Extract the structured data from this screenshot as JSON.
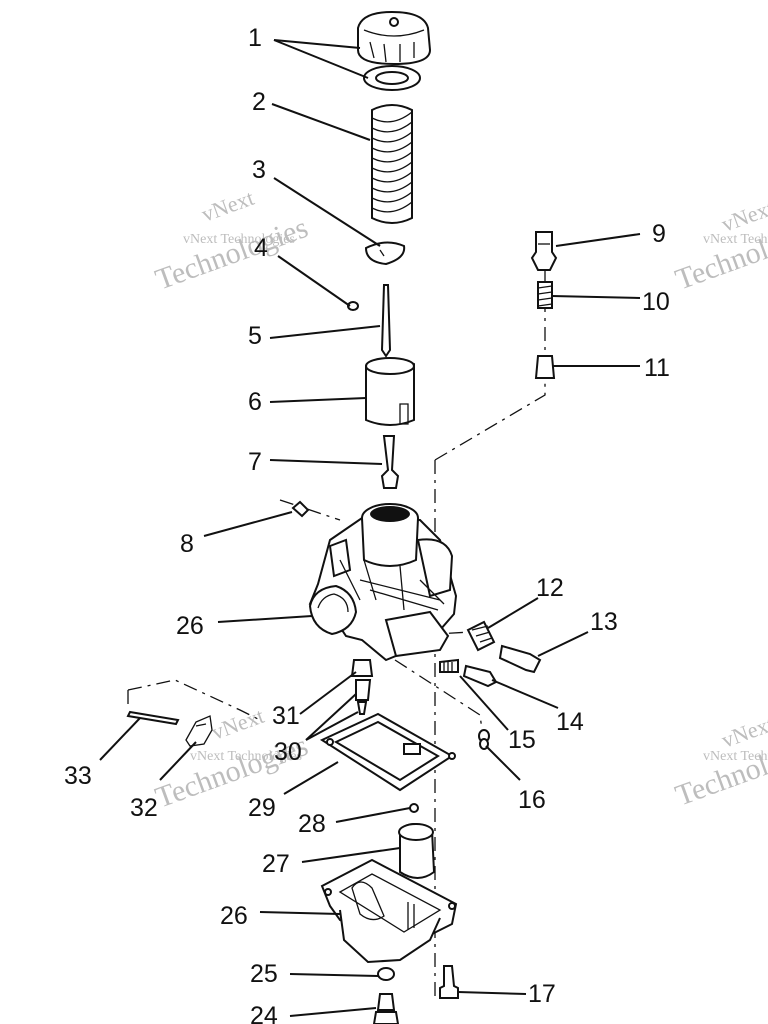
{
  "watermark": {
    "line1": "vNext Technologies",
    "line2": "Technologies",
    "big": "vNext"
  },
  "callouts": [
    {
      "id": "1",
      "text": "1"
    },
    {
      "id": "2",
      "text": "2"
    },
    {
      "id": "3",
      "text": "3"
    },
    {
      "id": "4",
      "text": "4"
    },
    {
      "id": "5",
      "text": "5"
    },
    {
      "id": "6",
      "text": "6"
    },
    {
      "id": "7",
      "text": "7"
    },
    {
      "id": "8",
      "text": "8"
    },
    {
      "id": "9",
      "text": "9"
    },
    {
      "id": "10",
      "text": "10"
    },
    {
      "id": "11",
      "text": "11"
    },
    {
      "id": "12",
      "text": "12"
    },
    {
      "id": "13",
      "text": "13"
    },
    {
      "id": "14",
      "text": "14"
    },
    {
      "id": "15",
      "text": "15"
    },
    {
      "id": "16",
      "text": "16"
    },
    {
      "id": "17",
      "text": "17"
    },
    {
      "id": "24",
      "text": "24"
    },
    {
      "id": "25",
      "text": "25"
    },
    {
      "id": "26a",
      "text": "26"
    },
    {
      "id": "26b",
      "text": "26"
    },
    {
      "id": "27",
      "text": "27"
    },
    {
      "id": "28",
      "text": "28"
    },
    {
      "id": "29",
      "text": "29"
    },
    {
      "id": "30",
      "text": "30"
    },
    {
      "id": "31",
      "text": "31"
    },
    {
      "id": "32",
      "text": "32"
    },
    {
      "id": "33",
      "text": "33"
    }
  ]
}
